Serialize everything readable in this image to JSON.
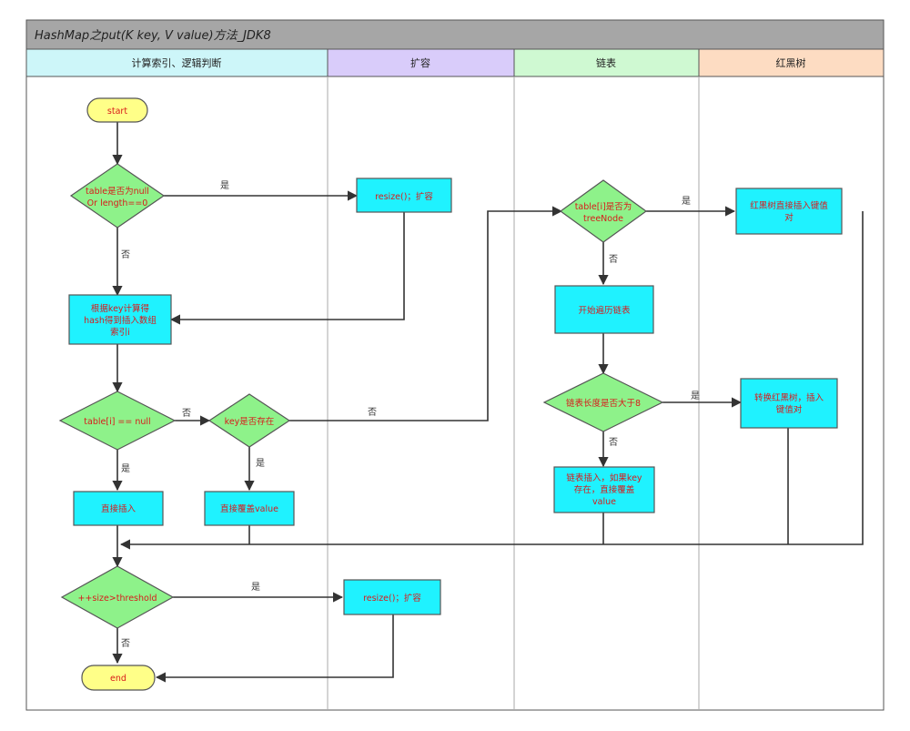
{
  "title": "HashMap之put(K key, V value)方法_JDK8",
  "lanes": [
    {
      "label": "计算索引、逻辑判断",
      "color": "#cdf6f9"
    },
    {
      "label": "扩容",
      "color": "#d9ccfa"
    },
    {
      "label": "链表",
      "color": "#cff9d2"
    },
    {
      "label": "红黑树",
      "color": "#fddcc2"
    }
  ],
  "colors": {
    "terminal": "#ffff88",
    "decision": "#8ef28a",
    "process": "#1ff2ff",
    "node_text": "#d81b1b",
    "header_bg": "#a6a6a6"
  },
  "nodes": {
    "start": "start",
    "check_table": [
      "table是否为null",
      "Or length==0"
    ],
    "resize1": "resize()；扩容",
    "calc_index": [
      "根据key计算得",
      "hash得到插入数组",
      "索引i"
    ],
    "table_i_null": "table[i] == null",
    "key_exists": "key是否存在",
    "is_treenode": [
      "table[i]是否为",
      "treeNode"
    ],
    "tree_insert": [
      "红黑树直接插入键值",
      "对"
    ],
    "traverse_list": "开始遍历链表",
    "list_len_gt8": "链表长度是否大于8",
    "convert_tree": [
      "转换红黑树，插入",
      "键值对"
    ],
    "list_insert": [
      "链表插入，如果key",
      "存在，直接覆盖",
      "value"
    ],
    "direct_insert": "直接插入",
    "overwrite_value": "直接覆盖value",
    "size_threshold": "++size>threshold",
    "resize2": "resize()；扩容",
    "end": "end"
  },
  "edge_labels": {
    "yes": "是",
    "no": "否"
  }
}
